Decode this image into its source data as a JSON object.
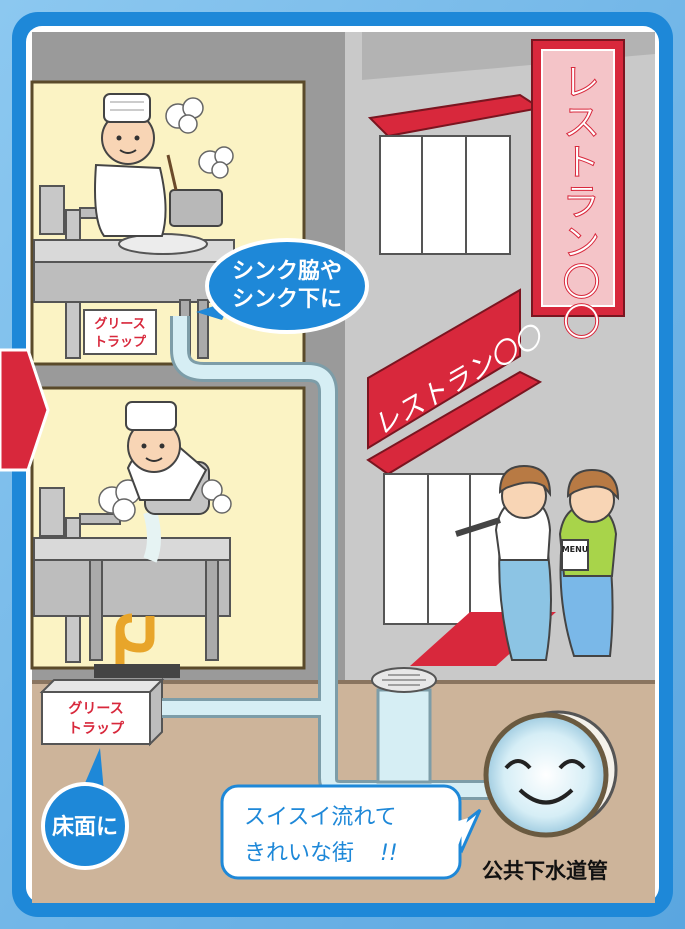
{
  "labels": {
    "sink_bubble_line1": "シンク脇や",
    "sink_bubble_line2": "シンク下に",
    "grease_trap_upper_line1": "グリース",
    "grease_trap_upper_line2": "トラップ",
    "grease_trap_lower_line1": "グリース",
    "grease_trap_lower_line2": "トラップ",
    "floor_bubble": "床面に",
    "message_line1": "スイスイ流れて",
    "message_line2": "きれいな街",
    "message_suffix": "!!",
    "sewer_pipe": "公共下水道管",
    "vertical_sign": "レストラン〇〇",
    "awning_sign": "レストラン〇〇",
    "menu_card": "MENU"
  },
  "colors": {
    "frame_blue": "#1e88d8",
    "sign_red": "#d8283c",
    "pipe_light": "#d6eef4",
    "floor_tan": "#cdb49a",
    "kitchen_wall": "#fbf3c4",
    "building_gray": "#9a9a9a"
  }
}
